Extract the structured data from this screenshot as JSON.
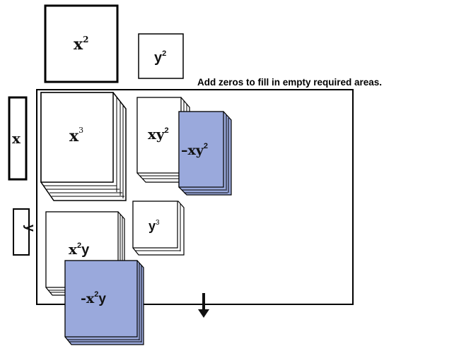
{
  "instruction": "Add zeros to fill in empty required areas.",
  "colors": {
    "tile_white": "#ffffff",
    "tile_negative": "#9aa9dc",
    "outline": "#000000"
  },
  "legend_tiles": [
    {
      "id": "x2",
      "base": "x",
      "exp": "2",
      "sign": ""
    },
    {
      "id": "y2",
      "base": "y",
      "exp": "2",
      "sign": ""
    }
  ],
  "factor_tiles": [
    {
      "id": "x",
      "label": "x"
    },
    {
      "id": "y",
      "label": "y",
      "rotated": true
    }
  ],
  "product_tiles": [
    {
      "id": "x3",
      "label_main": "x",
      "exp": "3",
      "tail": "",
      "negative": false
    },
    {
      "id": "xy2",
      "label_main": "xy",
      "exp": "2",
      "tail": "",
      "negative": false
    },
    {
      "id": "neg-xy2",
      "label_main": "–xy",
      "exp": "2",
      "tail": "",
      "negative": true
    },
    {
      "id": "y3",
      "label_main": "y",
      "exp": "3",
      "tail": "",
      "negative": false
    },
    {
      "id": "x2y",
      "label_main": "x",
      "exp": "2",
      "tail": "y",
      "negative": false
    },
    {
      "id": "neg-x2y",
      "label_main": "-x",
      "exp": "2",
      "tail": "y",
      "negative": true
    }
  ],
  "arrow": {
    "icon": "arrow-down-icon",
    "glyph": "↓"
  }
}
